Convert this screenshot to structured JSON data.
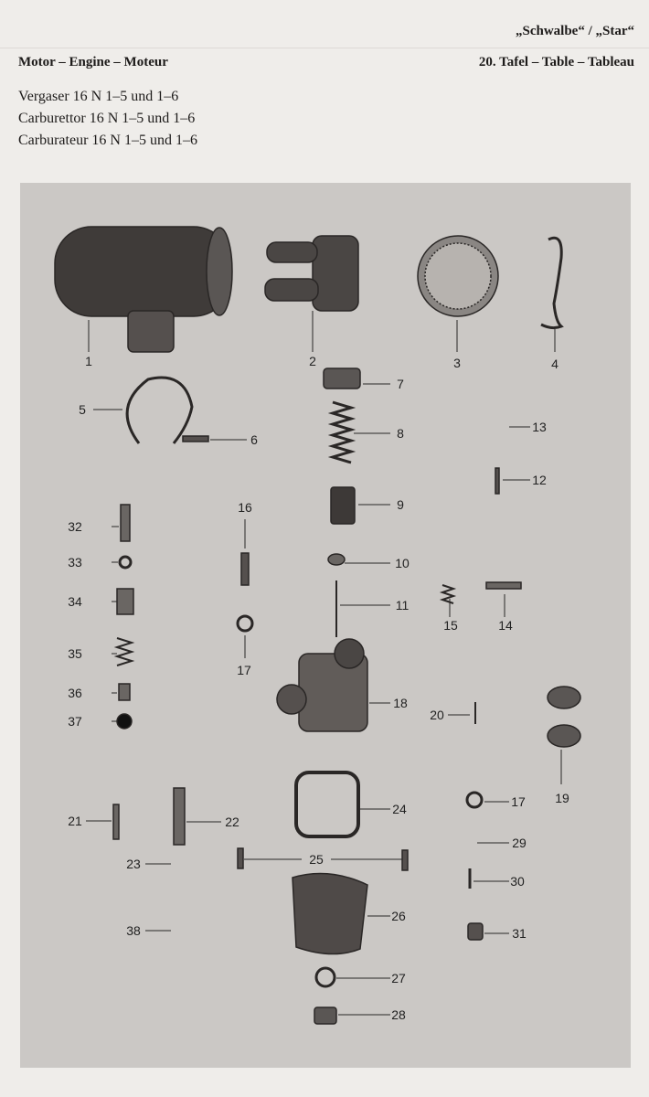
{
  "header": {
    "models": "„Schwalbe“ / „Star“",
    "section": "Motor – Engine – Moteur",
    "table": "20. Tafel – Table – Tableau"
  },
  "titles": [
    "Vergaser 16 N 1–5 und 1–6",
    "Carburettor 16 N 1–5 und 1–6",
    "Carburateur 16 N 1–5 und 1–6"
  ],
  "callouts": [
    "1",
    "2",
    "3",
    "4",
    "5",
    "6",
    "7",
    "8",
    "9",
    "10",
    "11",
    "12",
    "13",
    "14",
    "15",
    "16",
    "17",
    "17",
    "18",
    "19",
    "20",
    "21",
    "22",
    "23",
    "24",
    "25",
    "26",
    "27",
    "28",
    "29",
    "30",
    "31",
    "32",
    "33",
    "34",
    "35",
    "36",
    "37",
    "38"
  ]
}
